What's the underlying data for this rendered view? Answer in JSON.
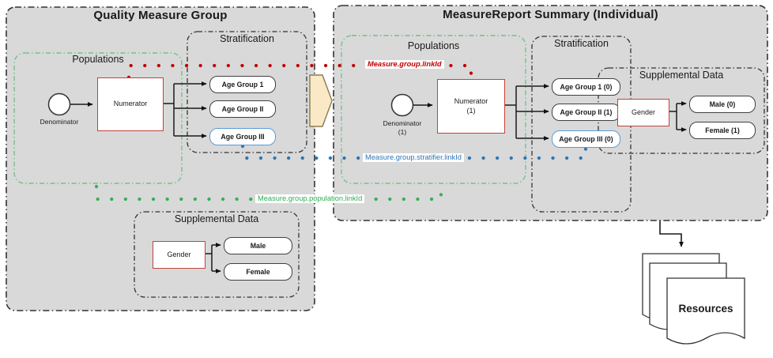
{
  "left_panel": {
    "title": "Quality Measure Group",
    "populations": {
      "label": "Populations",
      "denominator": "Denominator",
      "numerator": "Numerator"
    },
    "stratification": {
      "label": "Stratification",
      "items": [
        "Age Group 1",
        "Age Group II",
        "Age Group III"
      ]
    },
    "supplemental": {
      "label": "Supplemental Data",
      "gender": "Gender",
      "items": [
        "Male",
        "Female"
      ]
    }
  },
  "right_panel": {
    "title": "MeasureReport Summary (Individual)",
    "populations": {
      "label": "Populations",
      "denominator": "Denominator",
      "denominator_count": "(1)",
      "numerator": "Numerator",
      "numerator_count": "(1)"
    },
    "stratification": {
      "label": "Stratification",
      "items": [
        "Age Group 1 (0)",
        "Age Group II (1)",
        "Age Group III (0)"
      ]
    },
    "supplemental": {
      "label": "Supplemental Data",
      "gender": "Gender",
      "items": [
        "Male (0)",
        "Female (1)"
      ]
    }
  },
  "links": {
    "red": "Measure.group.linkId",
    "blue": "Measure.group.stratifier.linkId",
    "green": "Measure.group.population.linkId"
  },
  "resources": {
    "label": "Resources"
  },
  "colors": {
    "panel_fill": "#d9d9d9",
    "panel_border": "#333333",
    "green_container": "#70c287",
    "red_link": "#c00000",
    "blue_link": "#2e75b6",
    "green_link": "#33b059",
    "red_box_border": "#c0443c",
    "blue_pill_border": "#5b9bd5",
    "arrow_fill": "#fae9c6",
    "arrow_border": "#8a7a50"
  }
}
